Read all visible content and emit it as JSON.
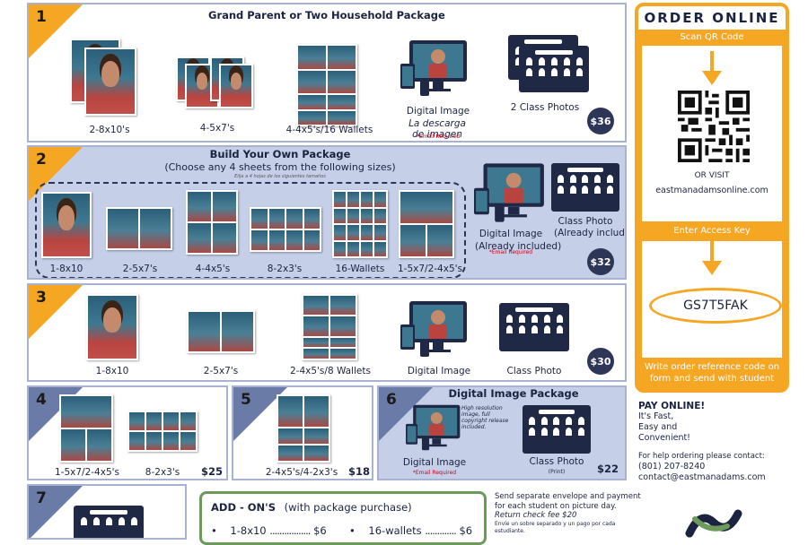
{
  "pkg1": {
    "num": "1",
    "title": "Grand Parent or Two Household Package",
    "items": [
      "2-8x10's",
      "4-5x7's",
      "4-4x5's/16 Wallets",
      "Digital Image",
      "2 Class Photos"
    ],
    "digital_note": "La descarga de imagen digital",
    "email_required": "*Email Required",
    "price": "$36"
  },
  "pkg2": {
    "num": "2",
    "title": "Build Your Own Package",
    "subtitle": "(Choose any 4 sheets from the following sizes)",
    "spanish_note": "Elija a 4 hojas de los siguientes tamaños",
    "items": [
      "1-8x10",
      "2-5x7's",
      "4-4x5's",
      "8-2x3's",
      "16-Wallets",
      "1-5x7/2-4x5's"
    ],
    "digital": "Digital Image",
    "digital_note": "(Already included)",
    "email_required": "*Email Required",
    "class": "Class Photo",
    "class_note": "(Already included)",
    "price": "$32"
  },
  "pkg3": {
    "num": "3",
    "items": [
      "1-8x10",
      "2-5x7's",
      "2-4x5's/8 Wallets",
      "Digital Image",
      "Class Photo"
    ],
    "price": "$30"
  },
  "pkg4": {
    "num": "4",
    "items": [
      "1-5x7/2-4x5's",
      "8-2x3's"
    ],
    "price": "$25"
  },
  "pkg5": {
    "num": "5",
    "items": [
      "2-4x5's/4-2x3's"
    ],
    "price": "$18"
  },
  "pkg6": {
    "num": "6",
    "title": "Digital Image Package",
    "note": "High resolution image, full copyright release included.",
    "digital": "Digital Image",
    "email_required": "*Email Required",
    "class": "Class Photo",
    "class_note": "(Print)",
    "price": "$22"
  },
  "pkg7": {
    "num": "7"
  },
  "addon": {
    "title": "ADD - ON'S",
    "subtitle": "(with package purchase)",
    "item1": "1-8x10",
    "price1": "$6",
    "item2": "16-wallets",
    "price2": "$6"
  },
  "payment_note": {
    "line1": "Send separate envelope and payment",
    "line2": "for each student on picture day.",
    "line3": "Return check fee $20",
    "line4": "Envíe un sobre separado y un pago por cada",
    "line5": "estudiante."
  },
  "order": {
    "title": "ORDER ONLINE",
    "scan": "Scan QR Code",
    "or_visit": "OR VISIT",
    "url": "eastmanadamsonline.com",
    "access": "Enter Access Key",
    "key": "GS7T5FAK",
    "footer": "Write order reference code on form and send with student"
  },
  "pay": {
    "title": "PAY ONLINE!",
    "l1": "It's Fast,",
    "l2": "Easy and",
    "l3": "Convenient!",
    "help": "For help ordering please contact:",
    "phone": "(801) 207-8240",
    "email": "contact@eastmanadams.com"
  },
  "colors": {
    "orange": "#f5a623",
    "navy": "#2d3656",
    "lightblue": "#c5cfe8",
    "green": "#6c9a5a"
  }
}
